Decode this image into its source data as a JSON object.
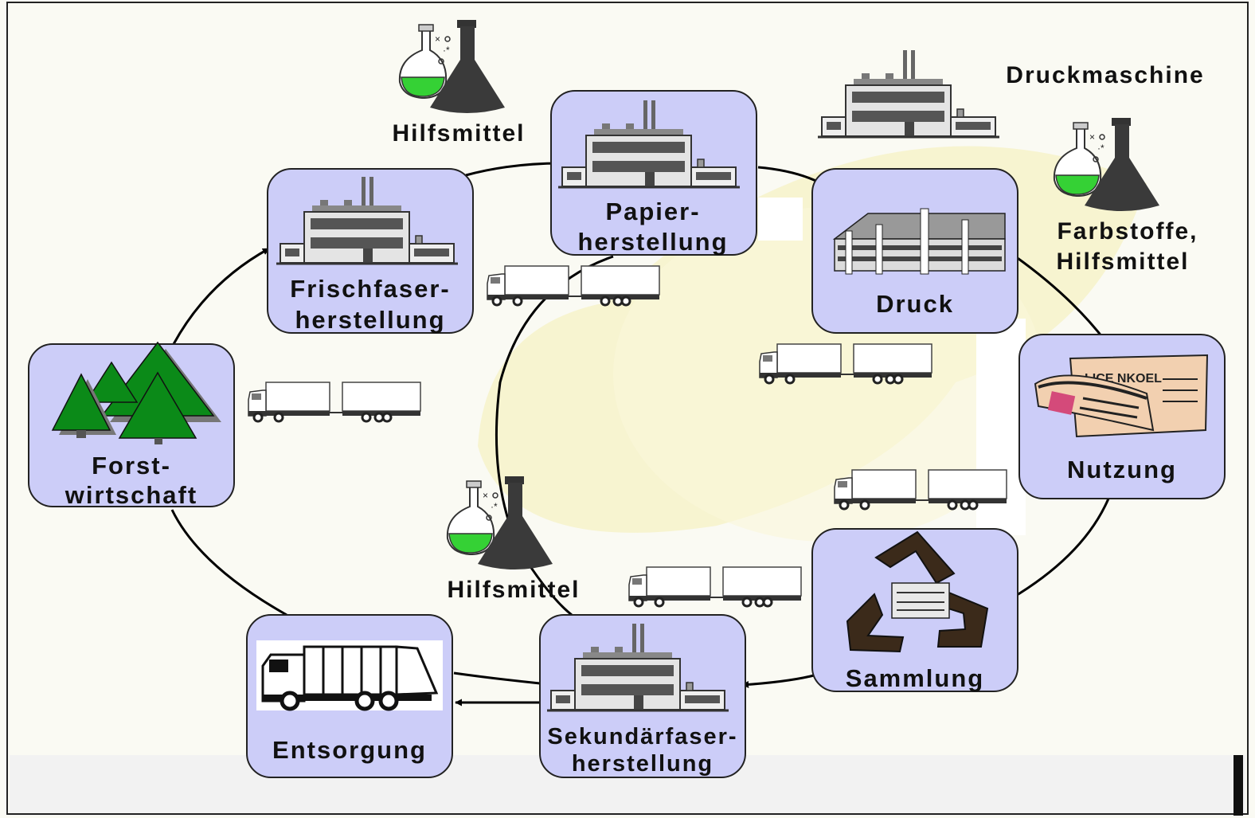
{
  "nodes": {
    "forst": {
      "line1": "Forst-",
      "line2": "wirtschaft"
    },
    "frisch": {
      "line1": "Frischfaser-",
      "line2": "herstellung"
    },
    "papier": {
      "line1": "Papier-",
      "line2": "herstellung"
    },
    "druck": {
      "line1": "Druck"
    },
    "nutzung": {
      "line1": "Nutzung"
    },
    "sammlung": {
      "line1": "Sammlung"
    },
    "sekundaer": {
      "line1": "Sekundärfaser-",
      "line2": "herstellung"
    },
    "entsorgung": {
      "line1": "Entsorgung"
    }
  },
  "labels": {
    "hilfsmittel_top": "Hilfsmittel",
    "hilfsmittel_bottom": "Hilfsmittel",
    "druckmaschine": "Druckmaschine",
    "farbstoffe_1": "Farbstoffe,",
    "farbstoffe_2": "Hilfsmittel",
    "newspaper_headline": "LICE NKOEL"
  },
  "colors": {
    "node_fill": "#cccdf8",
    "tree_green": "#0b8a18",
    "flask_green": "#35d135",
    "flask_dark": "#3a3a3a",
    "newsprint": "#f2d0b0",
    "watermark_yellow": "#f6f2c4"
  }
}
